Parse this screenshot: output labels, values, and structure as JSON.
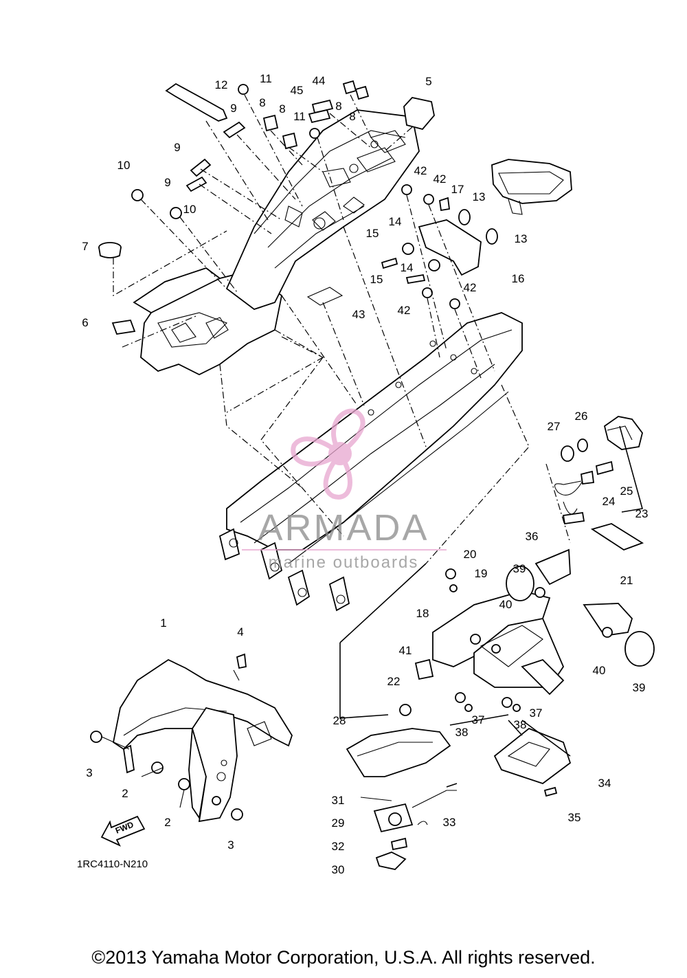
{
  "diagram_code": "1RC4110-N210",
  "copyright": "©2013 Yamaha Motor Corporation, U.S.A. All rights reserved.",
  "watermark": {
    "brand": "ARMADA",
    "tagline": "marine outboards",
    "color": "#e8a6cf"
  },
  "fwd_label": "FWD",
  "callouts": [
    "1",
    "2",
    "2",
    "3",
    "3",
    "4",
    "5",
    "6",
    "7",
    "8",
    "8",
    "8",
    "8",
    "9",
    "9",
    "9",
    "10",
    "10",
    "11",
    "11",
    "12",
    "13",
    "13",
    "14",
    "14",
    "15",
    "15",
    "16",
    "17",
    "18",
    "19",
    "20",
    "21",
    "22",
    "23",
    "24",
    "25",
    "26",
    "27",
    "28",
    "29",
    "30",
    "31",
    "32",
    "33",
    "34",
    "35",
    "36",
    "37",
    "37",
    "38",
    "38",
    "39",
    "39",
    "40",
    "40",
    "41",
    "42",
    "42",
    "42",
    "42",
    "43",
    "44",
    "45"
  ]
}
